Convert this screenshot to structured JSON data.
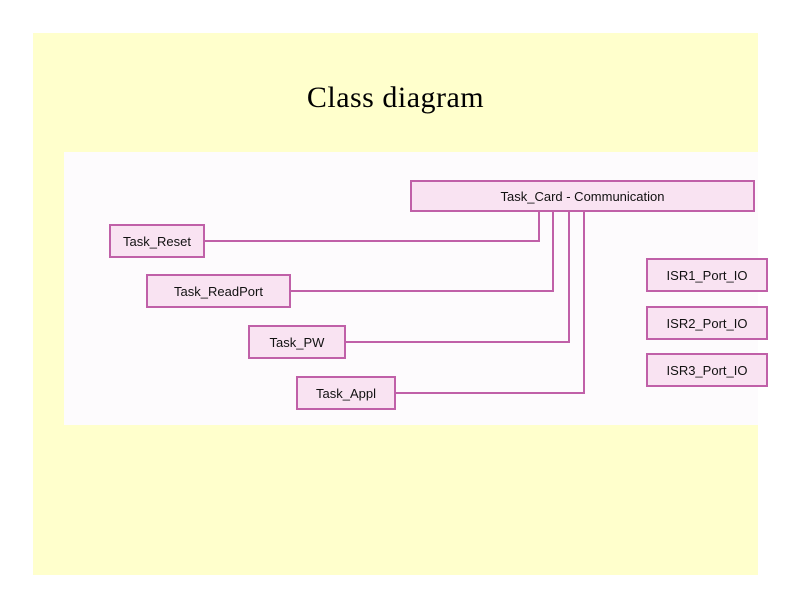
{
  "slide": {
    "title": "Class diagram",
    "background_color": "#ffffcc",
    "panel_color": "#fdfbfd"
  },
  "theme": {
    "node_fill": "#f9e3f2",
    "node_border": "#c060a8",
    "connector_color": "#c060a8",
    "title_color": "#000000"
  },
  "diagram": {
    "type": "class-diagram",
    "nodes": [
      {
        "id": "task_card",
        "label": "Task_Card - Communication"
      },
      {
        "id": "task_reset",
        "label": "Task_Reset"
      },
      {
        "id": "task_readport",
        "label": "Task_ReadPort"
      },
      {
        "id": "task_pw",
        "label": "Task_PW"
      },
      {
        "id": "task_appl",
        "label": "Task_Appl"
      },
      {
        "id": "isr1",
        "label": "ISR1_Port_IO"
      },
      {
        "id": "isr2",
        "label": "ISR2_Port_IO"
      },
      {
        "id": "isr3",
        "label": "ISR3_Port_IO"
      }
    ],
    "edges": [
      {
        "from": "task_card",
        "to": "task_reset"
      },
      {
        "from": "task_card",
        "to": "task_readport"
      },
      {
        "from": "task_card",
        "to": "task_pw"
      },
      {
        "from": "task_card",
        "to": "task_appl"
      }
    ]
  }
}
